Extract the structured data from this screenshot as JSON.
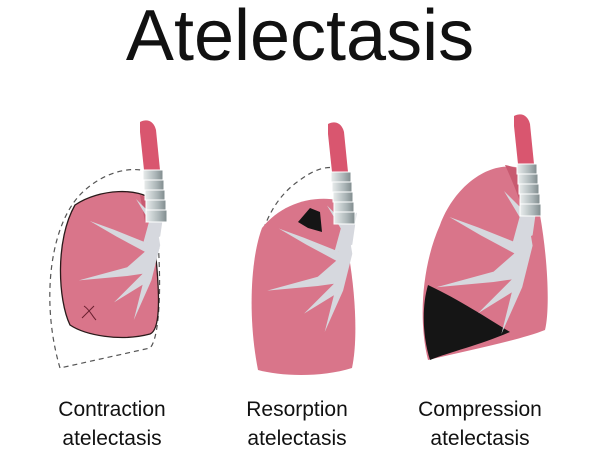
{
  "title": "Atelectasis",
  "colors": {
    "lung": "#d9758a",
    "lung_dark": "#c85a70",
    "bronchi": "#d4d6dc",
    "trachea": "#b9c1c3",
    "collapsed": "#151515"
  },
  "panels": [
    {
      "line1": "Contraction",
      "line2": "atelectasis"
    },
    {
      "line1": "Resorption",
      "line2": "atelectasis"
    },
    {
      "line1": "Compression",
      "line2": "atelectasis"
    }
  ]
}
